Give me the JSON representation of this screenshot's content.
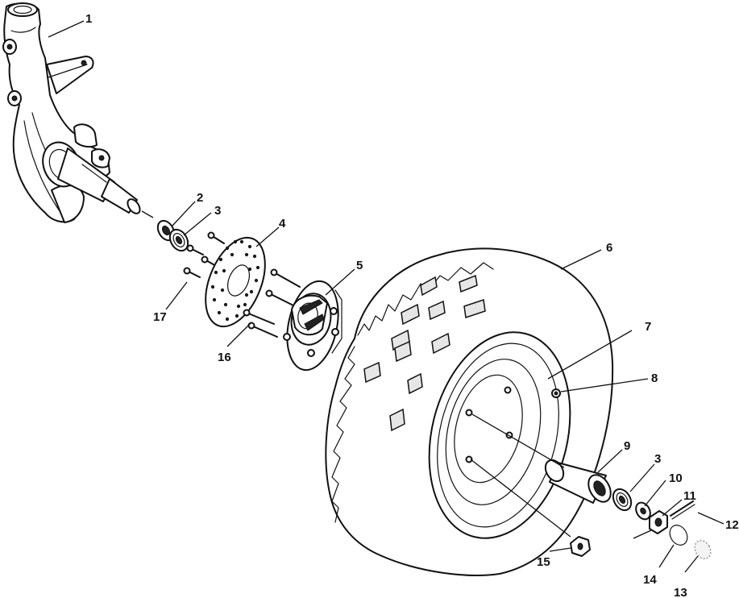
{
  "callouts": {
    "c1": "1",
    "c2": "2",
    "c3a": "3",
    "c4": "4",
    "c5": "5",
    "c6": "6",
    "c7": "7",
    "c8": "8",
    "c9": "9",
    "c3b": "3",
    "c10": "10",
    "c11": "11",
    "c12": "12",
    "c13": "13",
    "c14": "14",
    "c15": "15",
    "c16": "16",
    "c17": "17"
  }
}
